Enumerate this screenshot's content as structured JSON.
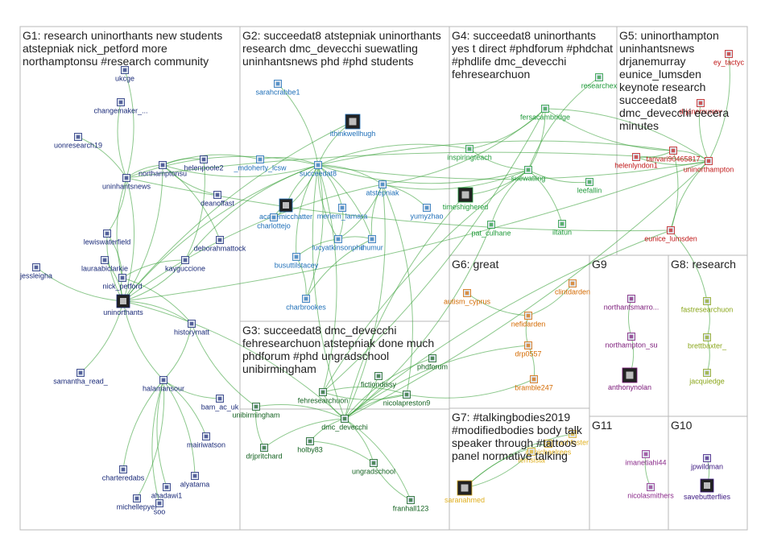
{
  "colors": {
    "edge": "#2e9a2e",
    "box_border": "#b8b8b8",
    "G1": "#1a2a78",
    "G2": "#1f6fb8",
    "G3": "#12611f",
    "G4": "#1f9a3a",
    "G5": "#c01818",
    "G6": "#d46a00",
    "G7": "#e0b020",
    "G8": "#8aa61a",
    "G9": "#7a1778",
    "G10": "#3a1680",
    "G11": "#8a2a8a"
  },
  "groups": [
    {
      "id": "G1",
      "title": "G1: research uninorthants new students atstepniak nick_petford more northamptonsu #research community"
    },
    {
      "id": "G2",
      "title": "G2: succeedat8 atstepniak uninorthants research dmc_devecchi suewatling uninhantsnews phd #phd students"
    },
    {
      "id": "G3",
      "title": "G3: succeedat8 dmc_devecchi fehresearchuon atstepniak done much phdforum #phd ungradschool unibirmingham"
    },
    {
      "id": "G4",
      "title": "G4: succeedat8 uninorthants yes t direct #phdforum #phdchat #phdlife dmc_devecchi fehresearchuon"
    },
    {
      "id": "G5",
      "title": "G5: uninorthampton uninhantsnews drjanemurray eunice_lumsden keynote research succeedat8 dmc_devecchi eecera minutes"
    },
    {
      "id": "G6",
      "title": "G6: great"
    },
    {
      "id": "G7",
      "title": "G7: #talkingbodies2019 #modifiedbodies body talk speaker through #tattoos panel normative talking"
    },
    {
      "id": "G8",
      "title": "G8: research"
    },
    {
      "id": "G9",
      "title": "G9"
    },
    {
      "id": "G10",
      "title": "G10"
    },
    {
      "id": "G11",
      "title": "G11"
    }
  ],
  "nodes": [
    {
      "id": "n1",
      "label": "ukcge",
      "group": "G1"
    },
    {
      "id": "n2",
      "label": "changemaker_...",
      "group": "G1"
    },
    {
      "id": "n3",
      "label": "uonresearch19",
      "group": "G1"
    },
    {
      "id": "n4",
      "label": "uninhantsnews",
      "group": "G1"
    },
    {
      "id": "n5",
      "label": "northamptonsu",
      "group": "G1"
    },
    {
      "id": "n6",
      "label": "helenpoole2",
      "group": "G1"
    },
    {
      "id": "n7",
      "label": "deanoffast",
      "group": "G1"
    },
    {
      "id": "n8",
      "label": "lewiswaterfield",
      "group": "G1"
    },
    {
      "id": "n9",
      "label": "deborahmattock",
      "group": "G1"
    },
    {
      "id": "n10",
      "label": "lauraabiclarkie",
      "group": "G1"
    },
    {
      "id": "n11",
      "label": "jessleigha",
      "group": "G1"
    },
    {
      "id": "n12",
      "label": "kayguccione",
      "group": "G1"
    },
    {
      "id": "n13",
      "label": "nick_petford",
      "group": "G1"
    },
    {
      "id": "n14",
      "label": "uninorthants",
      "group": "G1"
    },
    {
      "id": "n15",
      "label": "historymatt",
      "group": "G1"
    },
    {
      "id": "n16",
      "label": "samantha_read_",
      "group": "G1"
    },
    {
      "id": "n17",
      "label": "halamansour",
      "group": "G1"
    },
    {
      "id": "n18",
      "label": "bam_ac_uk",
      "group": "G1"
    },
    {
      "id": "n19",
      "label": "mairiwatson",
      "group": "G1"
    },
    {
      "id": "n20",
      "label": "charteredabs",
      "group": "G1"
    },
    {
      "id": "n21",
      "label": "alyatama",
      "group": "G1"
    },
    {
      "id": "n22",
      "label": "ahadawi1",
      "group": "G1"
    },
    {
      "id": "n23",
      "label": "michellepyer",
      "group": "G1"
    },
    {
      "id": "n24",
      "label": "soo",
      "group": "G1"
    },
    {
      "id": "n25",
      "label": "sarahcrabbe1",
      "group": "G2"
    },
    {
      "id": "n26",
      "label": "ithinkwellhugh",
      "group": "G2"
    },
    {
      "id": "n27",
      "label": "_mdoherty_lcsw",
      "group": "G2"
    },
    {
      "id": "n28",
      "label": "succeedat8",
      "group": "G2"
    },
    {
      "id": "n29",
      "label": "academicchatter",
      "group": "G2"
    },
    {
      "id": "n30",
      "label": "charlottejo",
      "group": "G2"
    },
    {
      "id": "n31",
      "label": "meriem_lamara",
      "group": "G2"
    },
    {
      "id": "n32",
      "label": "atstepniak",
      "group": "G2"
    },
    {
      "id": "n33",
      "label": "lucyatkinsonphd",
      "group": "G2"
    },
    {
      "id": "n34",
      "label": "ihumur",
      "group": "G2"
    },
    {
      "id": "n35",
      "label": "yumyzhao",
      "group": "G2"
    },
    {
      "id": "n36",
      "label": "busuttilstacey",
      "group": "G2"
    },
    {
      "id": "n37",
      "label": "charbrookes",
      "group": "G2"
    },
    {
      "id": "n38",
      "label": "phdforum",
      "group": "G3"
    },
    {
      "id": "n39",
      "label": "fictiondissy",
      "group": "G3"
    },
    {
      "id": "n40",
      "label": "fehresearchuon",
      "group": "G3"
    },
    {
      "id": "n41",
      "label": "nicolapreston9",
      "group": "G3"
    },
    {
      "id": "n42",
      "label": "unibirmingham",
      "group": "G3"
    },
    {
      "id": "n43",
      "label": "dmc_devecchi",
      "group": "G3"
    },
    {
      "id": "n44",
      "label": "drjpritchard",
      "group": "G3"
    },
    {
      "id": "n45",
      "label": "holby83",
      "group": "G3"
    },
    {
      "id": "n46",
      "label": "ungradschool",
      "group": "G3"
    },
    {
      "id": "n47",
      "label": "franhall123",
      "group": "G3"
    },
    {
      "id": "n48",
      "label": "researchex",
      "group": "G4"
    },
    {
      "id": "n49",
      "label": "fersacambridge",
      "group": "G4"
    },
    {
      "id": "n50",
      "label": "inspiringteach",
      "group": "G4"
    },
    {
      "id": "n51",
      "label": "suewatling",
      "group": "G4"
    },
    {
      "id": "n52",
      "label": "leefallin",
      "group": "G4"
    },
    {
      "id": "n53",
      "label": "timeshighered",
      "group": "G4"
    },
    {
      "id": "n54",
      "label": "pat_culhane",
      "group": "G4"
    },
    {
      "id": "n55",
      "label": "iltatun",
      "group": "G4"
    },
    {
      "id": "n56",
      "label": "ey_tactyc",
      "group": "G5"
    },
    {
      "id": "n57",
      "label": "drjanemurray",
      "group": "G5"
    },
    {
      "id": "n58",
      "label": "tanvari90465817",
      "group": "G5"
    },
    {
      "id": "n59",
      "label": "helenlyndon1",
      "group": "G5"
    },
    {
      "id": "n60",
      "label": "uninorthampton",
      "group": "G5"
    },
    {
      "id": "n61",
      "label": "eunice_lumsden",
      "group": "G5"
    },
    {
      "id": "n62",
      "label": "autism_cyprus",
      "group": "G6"
    },
    {
      "id": "n63",
      "label": "clintdarden",
      "group": "G6"
    },
    {
      "id": "n64",
      "label": "nefidarden",
      "group": "G6"
    },
    {
      "id": "n65",
      "label": "drp0557",
      "group": "G6"
    },
    {
      "id": "n66",
      "label": "bramble247",
      "group": "G6"
    },
    {
      "id": "n67",
      "label": "rachfoster",
      "group": "G7"
    },
    {
      "id": "n68",
      "label": "drmichaelrees",
      "group": "G7"
    },
    {
      "id": "n69",
      "label": "femsista",
      "group": "G7"
    },
    {
      "id": "n70",
      "label": "saranahmed",
      "group": "G7"
    },
    {
      "id": "n71",
      "label": "northantsmarro...",
      "group": "G9"
    },
    {
      "id": "n72",
      "label": "northampton_su",
      "group": "G9"
    },
    {
      "id": "n73",
      "label": "anthonynolan",
      "group": "G9"
    },
    {
      "id": "n74",
      "label": "fastresearchuon",
      "group": "G8"
    },
    {
      "id": "n75",
      "label": "brettbaxter_",
      "group": "G8"
    },
    {
      "id": "n76",
      "label": "jacquiedge",
      "group": "G8"
    },
    {
      "id": "n77",
      "label": "imanetiahi44",
      "group": "G11"
    },
    {
      "id": "n78",
      "label": "nicolasmithers",
      "group": "G11"
    },
    {
      "id": "n79",
      "label": "jpwildman",
      "group": "G10"
    },
    {
      "id": "n80",
      "label": "savebutterflies",
      "group": "G10"
    }
  ],
  "edges": [
    [
      "n28",
      "n32"
    ],
    [
      "n28",
      "n43"
    ],
    [
      "n28",
      "n26"
    ],
    [
      "n28",
      "n4"
    ],
    [
      "n28",
      "n5"
    ],
    [
      "n28",
      "n14"
    ],
    [
      "n28",
      "n40"
    ],
    [
      "n28",
      "n51"
    ],
    [
      "n28",
      "n50"
    ],
    [
      "n28",
      "n60"
    ],
    [
      "n28",
      "n58"
    ],
    [
      "n28",
      "n33"
    ],
    [
      "n28",
      "n31"
    ],
    [
      "n28",
      "n36"
    ],
    [
      "n28",
      "n37"
    ],
    [
      "n28",
      "n29"
    ],
    [
      "n28",
      "n30"
    ],
    [
      "n28",
      "n27"
    ],
    [
      "n28",
      "n34"
    ],
    [
      "n28",
      "n12"
    ],
    [
      "n32",
      "n43"
    ],
    [
      "n32",
      "n14"
    ],
    [
      "n32",
      "n41"
    ],
    [
      "n32",
      "n51"
    ],
    [
      "n32",
      "n35"
    ],
    [
      "n32",
      "n34"
    ],
    [
      "n32",
      "n33"
    ],
    [
      "n32",
      "n49"
    ],
    [
      "n43",
      "n40"
    ],
    [
      "n43",
      "n45"
    ],
    [
      "n43",
      "n46"
    ],
    [
      "n43",
      "n42"
    ],
    [
      "n43",
      "n41"
    ],
    [
      "n43",
      "n60"
    ],
    [
      "n43",
      "n61"
    ],
    [
      "n43",
      "n14"
    ],
    [
      "n43",
      "n38"
    ],
    [
      "n43",
      "n39"
    ],
    [
      "n43",
      "n47"
    ],
    [
      "n43",
      "n44"
    ],
    [
      "n40",
      "n51"
    ],
    [
      "n40",
      "n49"
    ],
    [
      "n40",
      "n41"
    ],
    [
      "n14",
      "n4"
    ],
    [
      "n14",
      "n13"
    ],
    [
      "n14",
      "n5"
    ],
    [
      "n14",
      "n8"
    ],
    [
      "n14",
      "n12"
    ],
    [
      "n14",
      "n15"
    ],
    [
      "n14",
      "n17"
    ],
    [
      "n14",
      "n16"
    ],
    [
      "n14",
      "n10"
    ],
    [
      "n14",
      "n11"
    ],
    [
      "n14",
      "n60"
    ],
    [
      "n4",
      "n5"
    ],
    [
      "n4",
      "n1"
    ],
    [
      "n4",
      "n2"
    ],
    [
      "n4",
      "n3"
    ],
    [
      "n4",
      "n8"
    ],
    [
      "n4",
      "n13"
    ],
    [
      "n4",
      "n60"
    ],
    [
      "n4",
      "n61"
    ],
    [
      "n13",
      "n12"
    ],
    [
      "n13",
      "n8"
    ],
    [
      "n13",
      "n15"
    ],
    [
      "n17",
      "n18"
    ],
    [
      "n17",
      "n19"
    ],
    [
      "n17",
      "n20"
    ],
    [
      "n17",
      "n21"
    ],
    [
      "n17",
      "n22"
    ],
    [
      "n17",
      "n23"
    ],
    [
      "n17",
      "n24"
    ],
    [
      "n15",
      "n17"
    ],
    [
      "n15",
      "n42"
    ],
    [
      "n5",
      "n6"
    ],
    [
      "n5",
      "n7"
    ],
    [
      "n5",
      "n9"
    ],
    [
      "n12",
      "n6"
    ],
    [
      "n51",
      "n50"
    ],
    [
      "n51",
      "n52"
    ],
    [
      "n51",
      "n53"
    ],
    [
      "n51",
      "n54"
    ],
    [
      "n51",
      "n55"
    ],
    [
      "n51",
      "n49"
    ],
    [
      "n51",
      "n48"
    ],
    [
      "n50",
      "n49"
    ],
    [
      "n49",
      "n60"
    ],
    [
      "n49",
      "n58"
    ],
    [
      "n60",
      "n59"
    ],
    [
      "n60",
      "n58"
    ],
    [
      "n60",
      "n57"
    ],
    [
      "n60",
      "n56"
    ],
    [
      "n61",
      "n60"
    ],
    [
      "n61",
      "n58"
    ],
    [
      "n58",
      "n59"
    ],
    [
      "n62",
      "n64"
    ],
    [
      "n63",
      "n64"
    ],
    [
      "n64",
      "n65"
    ],
    [
      "n65",
      "n66"
    ],
    [
      "n65",
      "n43"
    ],
    [
      "n66",
      "n41"
    ],
    [
      "n68",
      "n70"
    ],
    [
      "n69",
      "n70"
    ],
    [
      "n67",
      "n70"
    ],
    [
      "n74",
      "n75"
    ],
    [
      "n74",
      "n61"
    ],
    [
      "n75",
      "n76"
    ],
    [
      "n71",
      "n72"
    ],
    [
      "n72",
      "n73"
    ],
    [
      "n77",
      "n78"
    ],
    [
      "n79",
      "n80"
    ],
    [
      "n26",
      "n14"
    ],
    [
      "n33",
      "n34"
    ],
    [
      "n33",
      "n36"
    ],
    [
      "n31",
      "n33"
    ],
    [
      "n29",
      "n30"
    ],
    [
      "n36",
      "n37"
    ],
    [
      "n42",
      "n44"
    ],
    [
      "n45",
      "n46"
    ],
    [
      "n46",
      "n47"
    ],
    [
      "n41",
      "n40"
    ],
    [
      "n27",
      "n5"
    ],
    [
      "n25",
      "n28"
    ],
    [
      "n53",
      "n43"
    ],
    [
      "n54",
      "n43"
    ],
    [
      "n34",
      "n37"
    ]
  ]
}
